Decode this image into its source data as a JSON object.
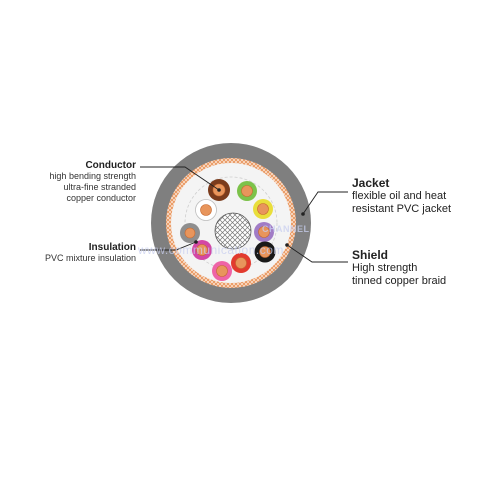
{
  "callouts": {
    "conductor": {
      "title": "Conductor",
      "lines": [
        "high bending strength",
        "ultra-fine stranded",
        "copper conductor"
      ]
    },
    "insulation": {
      "title": "Insulation",
      "lines": [
        "PVC mixture insulation"
      ]
    },
    "jacket": {
      "title": "Jacket",
      "lines": [
        "flexible oil and heat",
        "resistant PVC jacket"
      ]
    },
    "shield": {
      "title": "Shield",
      "lines": [
        "High strength",
        "tinned copper braid"
      ]
    }
  },
  "colors": {
    "jacket": "#7f7f7f",
    "shield_braid": "#e8935a",
    "filler": "#f4f4f4",
    "conductor_copper": "#e8955c",
    "leader_line": "#222222"
  },
  "cores": [
    {
      "insulation_color": "brown"
    },
    {
      "insulation_color": "green"
    },
    {
      "insulation_color": "yellow"
    },
    {
      "insulation_color": "white"
    },
    {
      "insulation_color": "violet"
    },
    {
      "insulation_color": "black"
    },
    {
      "insulation_color": "red"
    },
    {
      "insulation_color": "pink"
    },
    {
      "insulation_color": "gray"
    }
  ],
  "watermark": {
    "text": "www.communication.com",
    "logo": "CHANNEL"
  }
}
